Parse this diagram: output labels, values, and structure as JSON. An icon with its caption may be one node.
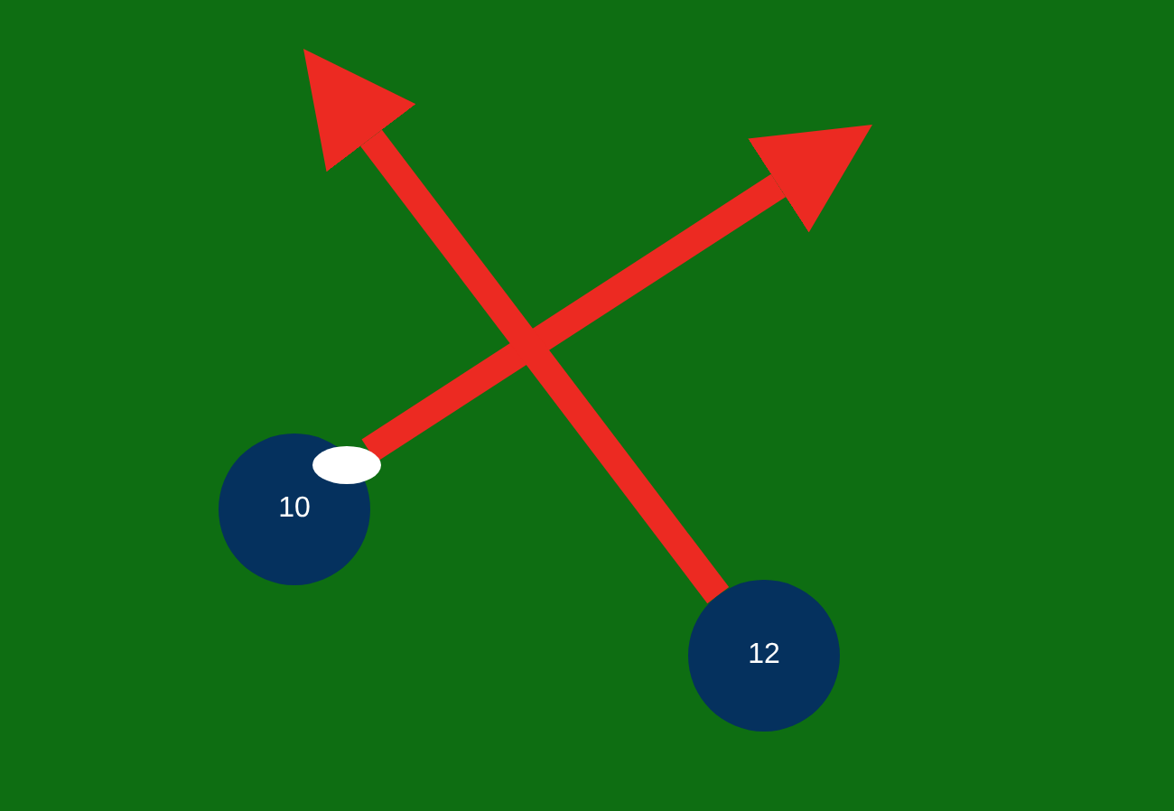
{
  "diagram": {
    "nodes": [
      {
        "text": [
          "10"
        ]
      },
      {
        "text": [],
        "shape": "ellipse"
      },
      {
        "text": [
          "12"
        ]
      }
    ],
    "edges": [
      {
        "from": 1,
        "to": null,
        "arrow": "to"
      },
      {
        "from": 2,
        "to": null,
        "arrow": "to"
      }
    ]
  }
}
